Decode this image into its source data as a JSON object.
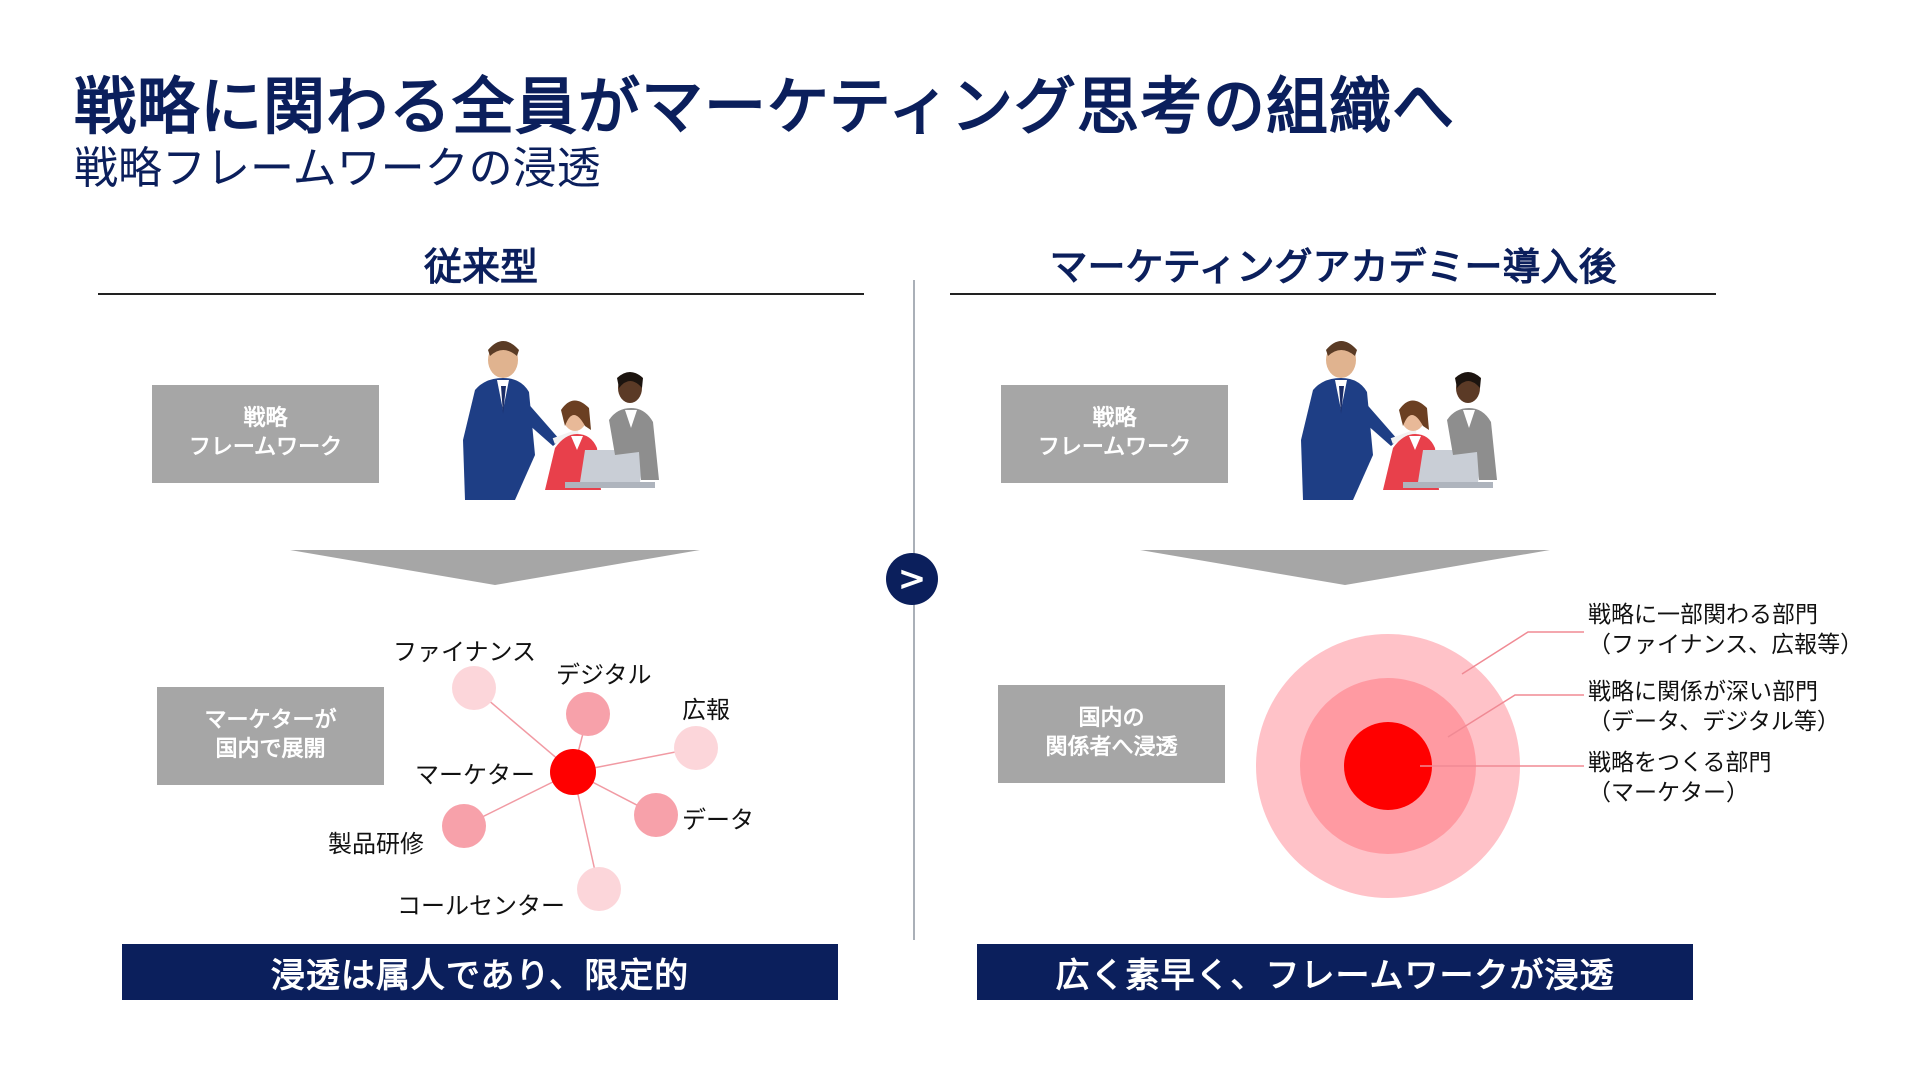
{
  "header": {
    "title": "戦略に関わる全員がマーケティング思考の組織へ",
    "subtitle": "戦略フレームワークの浸透"
  },
  "left": {
    "heading": "従来型",
    "framework_box": "戦略\nフレームワーク",
    "spread_box": "マーケターが\n国内で展開",
    "nodes": {
      "finance": "ファイナンス",
      "digital": "デジタル",
      "pr": "広報",
      "marketer": "マーケター",
      "data": "データ",
      "product_training": "製品研修",
      "call_center": "コールセンター"
    },
    "banner": "浸透は属人であり、限定的"
  },
  "right": {
    "heading": "マーケティングアカデミー導入後",
    "framework_box": "戦略\nフレームワーク",
    "spread_box": "国内の\n関係者へ浸透",
    "rings": {
      "outer_line1": "戦略に一部関わる部門",
      "outer_line2": "（ファイナンス、広報等）",
      "middle_line1": "戦略に関係が深い部門",
      "middle_line2": "（データ、デジタル等）",
      "inner_line1": "戦略をつくる部門",
      "inner_line2": "（マーケター）"
    },
    "banner": "広く素早く、フレームワークが浸透"
  },
  "divider_arrow": ">",
  "colors": {
    "navy": "#0b1f5c",
    "gray_box": "#a6a6a6",
    "red_core": "#ff0000",
    "ring_middle": "#ff9aa2",
    "ring_outer": "#ffc2c8",
    "node_mid": "#f7a1aa",
    "node_light": "#fcd6da"
  },
  "icons": {
    "people_illustration": "business-team-icon",
    "down_arrow": "chevron-down-triangle-icon"
  }
}
